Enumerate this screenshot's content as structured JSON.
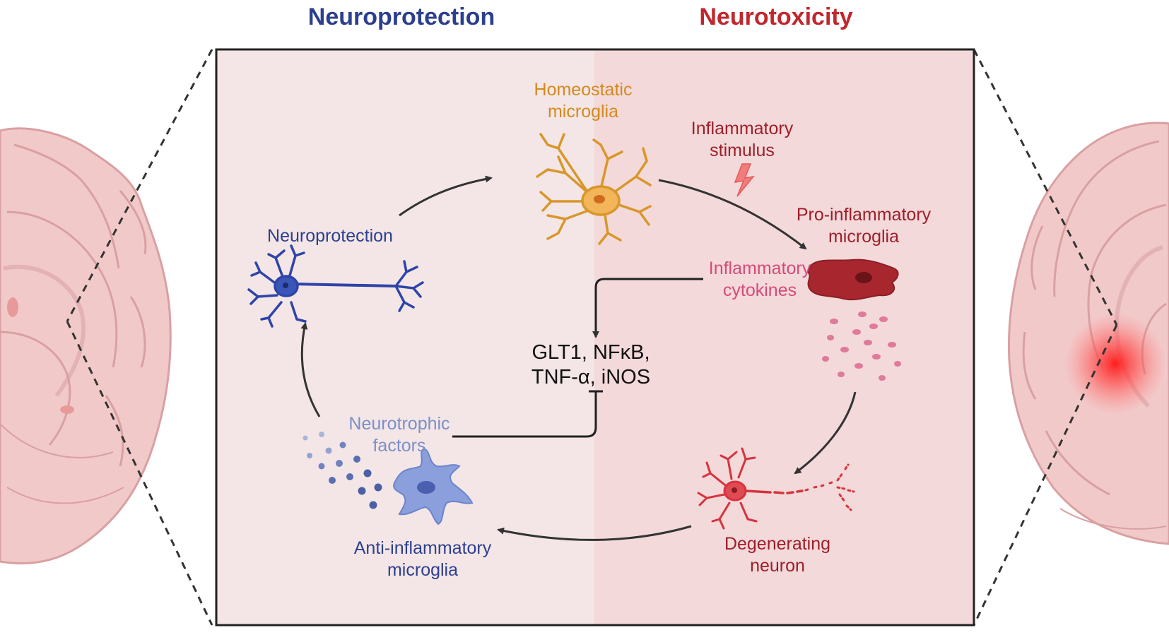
{
  "headings": {
    "left": "Neuroprotection",
    "right": "Neurotoxicity"
  },
  "labels": {
    "homeostatic": [
      "Homeostatic",
      "microglia"
    ],
    "inflammatory_stimulus": [
      "Inflammatory",
      "stimulus"
    ],
    "pro_inflammatory": [
      "Pro-inflammatory",
      "microglia"
    ],
    "inflammatory_cytokines": [
      "Inflammatory",
      "cytokines"
    ],
    "neuroprotection": "Neuroprotection",
    "targets": [
      "GLT1, NFκB,",
      "TNF-α, iNOS"
    ],
    "neurotrophic": [
      "Neurotrophic",
      "factors"
    ],
    "degenerating": [
      "Degenerating",
      "neuron"
    ],
    "anti_inflammatory": [
      "Anti-inflammatory",
      "microglia"
    ]
  },
  "colors": {
    "protection_blue": "#2c3f8f",
    "toxicity_red": "#c1272d",
    "homeostatic_orange": "#d48a1e",
    "cytokine_pink": "#d64a7a",
    "dark_red_label": "#9e1f2a",
    "light_blue_label": "#7b8fc8",
    "panel_left": "#f4e6e6",
    "panel_right": "#f3d9da",
    "brain_fill": "#f2c9c9",
    "brain_stroke": "#d9a0a2"
  },
  "icons": [
    "brain-section",
    "homeostatic-microglia",
    "lightning-bolt",
    "pro-inflammatory-microglia",
    "healthy-neuron",
    "degenerating-neuron",
    "anti-inflammatory-microglia",
    "cytokine-dots",
    "neurotrophic-dots",
    "inflammation-hotspot"
  ]
}
